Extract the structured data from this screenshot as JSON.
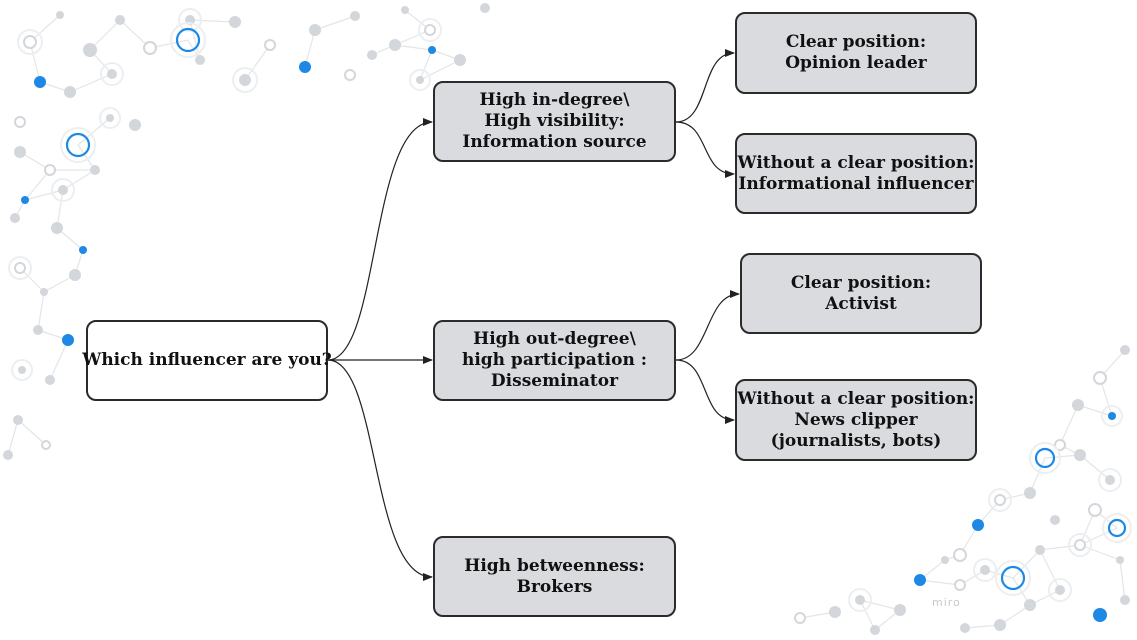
{
  "nodes": {
    "root": [
      "Which influencer are you?"
    ],
    "in_degree": [
      "High in-degree\\",
      "High visibility:",
      "Information source"
    ],
    "out_degree": [
      "High out-degree\\",
      "high participation :",
      "Disseminator"
    ],
    "betweenness": [
      "High betweenness:",
      "Brokers"
    ],
    "opinion_leader": [
      "Clear position:",
      "Opinion leader"
    ],
    "informational_influencer": [
      "Without a clear position:",
      "Informational influencer"
    ],
    "activist": [
      "Clear position:",
      "Activist"
    ],
    "news_clipper": [
      "Without a clear position:",
      "News clipper",
      "(journalists, bots)"
    ]
  },
  "watermark": "miro",
  "colors": {
    "node_fill": "#d9dbdf",
    "root_fill": "#ffffff",
    "border": "#2b2b2b",
    "edge": "#222222",
    "network_grey": "#d3d6da",
    "network_blue": "#1e88e5"
  }
}
